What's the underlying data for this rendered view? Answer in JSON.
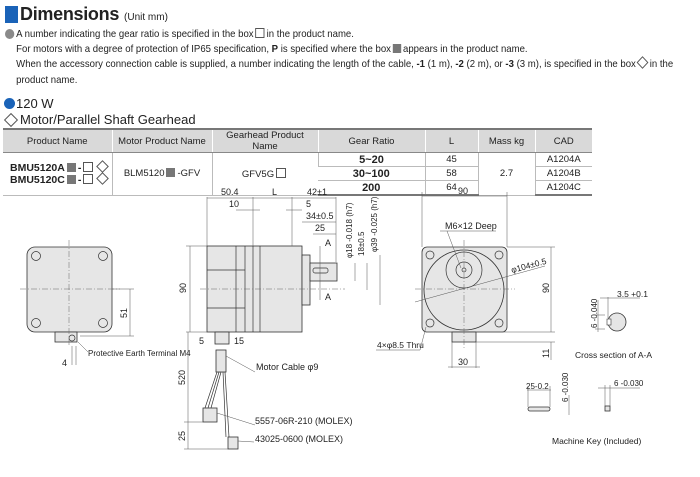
{
  "header": {
    "title": "Dimensions",
    "unit": "(Unit mm)"
  },
  "notes": {
    "line1_a": "A number indicating the gear ratio is specified in the box",
    "line1_b": "in the product name.",
    "line2_a": "For motors with a degree of protection of IP65 specification,",
    "line2_p": "P",
    "line2_b": "is specified where the box",
    "line2_c": "appears in the product name.",
    "line3_a": "When the accessory connection cable is supplied, a number indicating the length of the cable,",
    "line3_1": "-1",
    "line3_1u": "(1 m),",
    "line3_2": "-2",
    "line3_2u": "(2 m), or",
    "line3_3": "-3",
    "line3_3u": "(3 m), is specified in the box",
    "line3_b": "in the",
    "line4": "product name."
  },
  "section": {
    "power": "120 W",
    "type": "Motor/Parallel Shaft Gearhead"
  },
  "table": {
    "headers": [
      "Product Name",
      "Motor Product Name",
      "Gearhead Product Name",
      "Gear Ratio",
      "L",
      "Mass kg",
      "CAD"
    ],
    "product_names": [
      "BMU5120A",
      "BMU5120C"
    ],
    "motor": "BLM5120",
    "motor_suffix": "-GFV",
    "gearhead": "GFV5G",
    "mass": "2.7",
    "rows": [
      {
        "ratio": "5~20",
        "L": "45",
        "cad": "A1204A"
      },
      {
        "ratio": "30~100",
        "L": "58",
        "cad": "A1204B"
      },
      {
        "ratio": "200",
        "L": "64",
        "cad": "A1204C"
      }
    ]
  },
  "drawing": {
    "d_51": "51",
    "d_pe": "Protective Earth Terminal M4",
    "d_4": "4",
    "d_504": "50.4",
    "d_L": "L",
    "d_42": "42±1",
    "d_10": "10",
    "d_5": "5",
    "d_34": "34±0.5",
    "d_25": "25",
    "d_A": "A",
    "d_phi18": "φ18 -0.018 (h7)",
    "d_18": "18±0.5",
    "d_phi39": "φ39 -0.025 (h7)",
    "d_90side": "90",
    "d_5b": "5",
    "d_15": "15",
    "d_520": "520",
    "d_25b": "25",
    "cable": "Motor Cable φ9",
    "conn1": "5557-06R-210 (MOLEX)",
    "conn2": "43025-0600 (MOLEX)",
    "d_90top": "90",
    "m6": "M6×12 Deep",
    "d_104": "φ104±0.5",
    "d_90r": "90",
    "holes": "4×φ8.5 Thru",
    "d_30": "30",
    "d_11": "11",
    "key_6": "6 -0.040",
    "key_35": "3.5 +0.1",
    "cross": "Cross section of A-A",
    "mk_25": "25-0.2",
    "mk_6": "6 -0.030",
    "mk_6b": "6 -0.030",
    "machine_key": "Machine Key (Included)"
  }
}
